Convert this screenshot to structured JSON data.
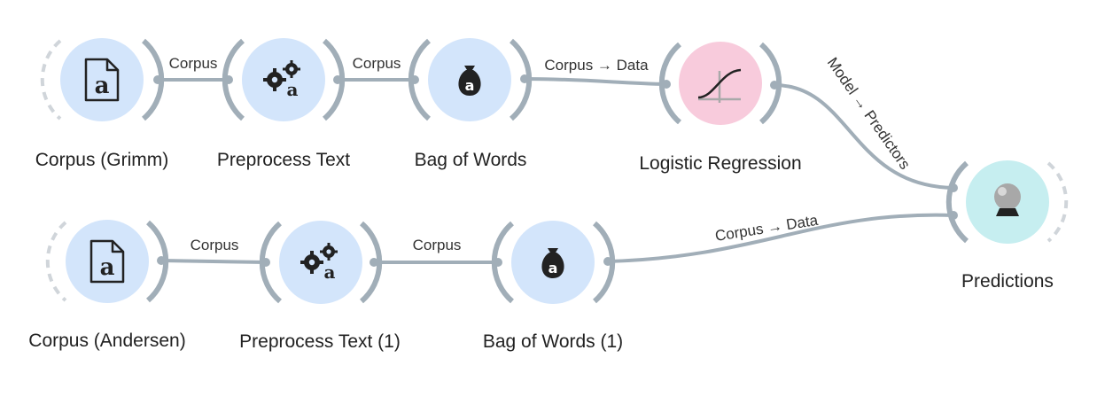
{
  "nodes": {
    "corpus_grimm": {
      "label": "Corpus (Grimm)"
    },
    "preprocess_text": {
      "label": "Preprocess Text"
    },
    "bag_of_words": {
      "label": "Bag of Words"
    },
    "logistic_regression": {
      "label": "Logistic Regression"
    },
    "predictions": {
      "label": "Predictions"
    },
    "corpus_andersen": {
      "label": "Corpus (Andersen)"
    },
    "preprocess_text_1": {
      "label": "Preprocess Text (1)"
    },
    "bag_of_words_1": {
      "label": "Bag of Words (1)"
    }
  },
  "links": {
    "grimm_to_preprocess": "Corpus",
    "preprocess_to_bow": "Corpus",
    "bow_to_logreg": "Corpus → Data",
    "logreg_to_predictions": "Model → Predictors",
    "andersen_to_preprocess1": "Corpus",
    "preprocess1_to_bow1": "Corpus",
    "bow1_to_predictions": "Corpus → Data"
  },
  "icons": {
    "corpus": "document-a-icon",
    "preprocess": "gears-a-icon",
    "bag_of_words": "money-bag-a-icon",
    "logistic_regression": "sigmoid-curve-icon",
    "predictions": "crystal-ball-icon"
  },
  "colors": {
    "text_node": "#d3e5fb",
    "model_node": "#f8cbdc",
    "evaluate_node": "#c6eef0",
    "link": "#a1aeb8",
    "connector": "#a1aeb8",
    "glyph": "#222222"
  }
}
